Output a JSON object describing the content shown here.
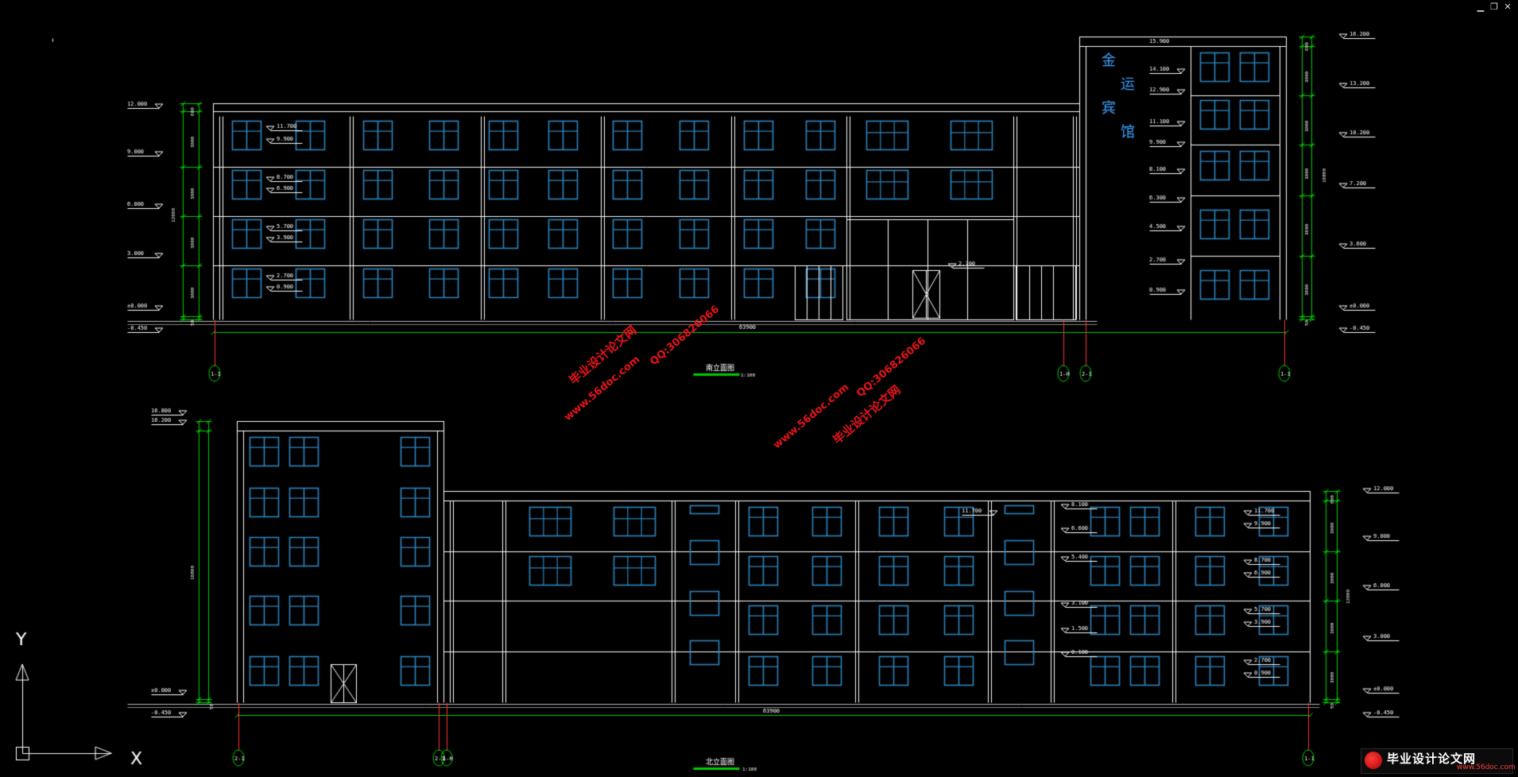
{
  "window": {
    "minimize": "▁",
    "restore": "❐",
    "close": "✕"
  },
  "colors": {
    "background": "#000000",
    "line": "#ffffff",
    "window": "#2e86c1",
    "dim": "#00d000",
    "text": "#ffffff",
    "watermark": "#e8131a"
  },
  "ucs": {
    "x": "X",
    "y": "Y"
  },
  "south": {
    "title": "南立面图",
    "scale": "1:100",
    "total_width": "63900",
    "grid_labels": [
      "1-1",
      "1-H",
      "2-1",
      "1-1"
    ],
    "left_levels": [
      "12.000",
      "9.000",
      "6.000",
      "3.000",
      "±0.000",
      "-0.450"
    ],
    "left_segments": [
      "600",
      "3000",
      "3000",
      "3000",
      "3000",
      "50"
    ],
    "left_total": "12600",
    "inner_levels_a": [
      "11.700",
      "8.700",
      "5.700",
      "2.700"
    ],
    "inner_levels_b": [
      "9.900",
      "6.900",
      "3.900",
      "0.900"
    ],
    "entrance_level": "2.700",
    "tower_top": "15.900",
    "tower_levels": [
      "14.100",
      "12.900",
      "11.100",
      "9.900",
      "8.100",
      "6.300",
      "4.500",
      "2.700",
      "0.900"
    ],
    "right_levels": [
      "16.200",
      "13.200",
      "10.200",
      "7.200",
      "3.600",
      "±0.000",
      "-0.450"
    ],
    "right_segments": [
      "600",
      "3000",
      "3000",
      "3000",
      "3600",
      "3600",
      "50"
    ],
    "right_total": "16800",
    "sign_chars": [
      "金",
      "运",
      "宾",
      "馆"
    ]
  },
  "north": {
    "title": "北立面图",
    "scale": "1:100",
    "total_width": "63900",
    "grid_labels": [
      "2-1",
      "2-1",
      "1-H",
      "1-1"
    ],
    "left_levels": [
      "16.800",
      "16.200",
      "±0.000",
      "-0.450"
    ],
    "left_total": "16800",
    "left_bottom": "50",
    "inner_level": "11.700",
    "stair_levels": [
      "8.100",
      "6.600",
      "5.400",
      "3.100",
      "1.500",
      "0.100"
    ],
    "mid_levels_a": [
      "11.700",
      "8.700",
      "5.700",
      "2.700"
    ],
    "mid_levels_b": [
      "9.900",
      "6.900",
      "3.900",
      "0.900"
    ],
    "right_levels": [
      "12.000",
      "9.000",
      "6.000",
      "3.000",
      "±0.000",
      "-0.450"
    ],
    "right_segments": [
      "600",
      "3000",
      "3000",
      "3000",
      "3000",
      "50"
    ],
    "right_total": "12600"
  },
  "watermarks": {
    "site": "毕业设计论文网",
    "url": "www.56doc.com",
    "qq": "QQ:306826066"
  },
  "logo": {
    "title": "毕业设计论文网",
    "url": "www.56doc.com"
  }
}
